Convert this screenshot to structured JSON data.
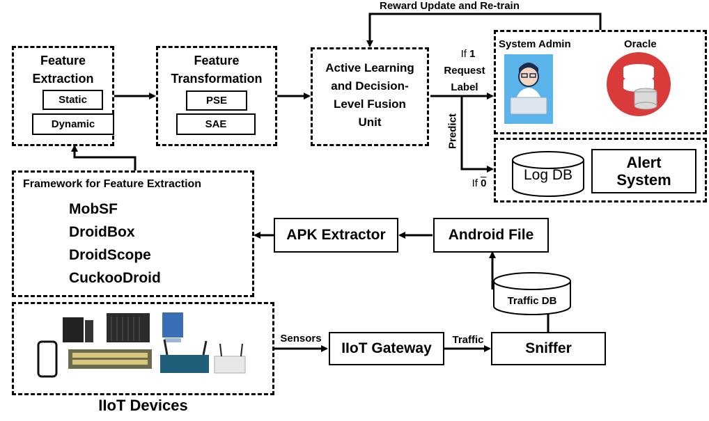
{
  "top_arrow_label": "Reward Update and Re-train",
  "feature_extraction": {
    "title_line1": "Feature",
    "title_line2": "Extraction",
    "static": "Static",
    "dynamic": "Dynamic"
  },
  "feature_transformation": {
    "title_line1": "Feature",
    "title_line2": "Transformation",
    "pse": "PSE",
    "sae": "SAE"
  },
  "active_learning": {
    "line1": "Active Learning",
    "line2": "and Decision-",
    "line3": "Level Fusion",
    "line4": "Unit"
  },
  "request_label": {
    "line1_prefix": "If ",
    "line1_value": "1",
    "line2": "Request",
    "line3": "Label"
  },
  "predict_label": "Predict",
  "if_zero_label": {
    "prefix": "If ",
    "value": "0"
  },
  "admin_panel": {
    "system_admin": "System Admin",
    "oracle": "Oracle"
  },
  "log_panel": {
    "log_db": "Log DB",
    "alert_line1": "Alert",
    "alert_line2": "System"
  },
  "framework": {
    "title": "Framework for Feature Extraction",
    "tools": [
      "MobSF",
      "DroidBox",
      "DroidScope",
      "CuckooDroid"
    ]
  },
  "apk_extractor": "APK Extractor",
  "android_file": "Android File",
  "traffic_db": "Traffic DB",
  "iiot_devices_label": "IIoT Devices",
  "sensors_label": "Sensors",
  "iiot_gateway": "IIoT Gateway",
  "traffic_label": "Traffic",
  "sniffer": "Sniffer",
  "colors": {
    "oracle_red": "#d93a3a",
    "admin_blue": "#5ab4ea",
    "line": "#000000"
  }
}
